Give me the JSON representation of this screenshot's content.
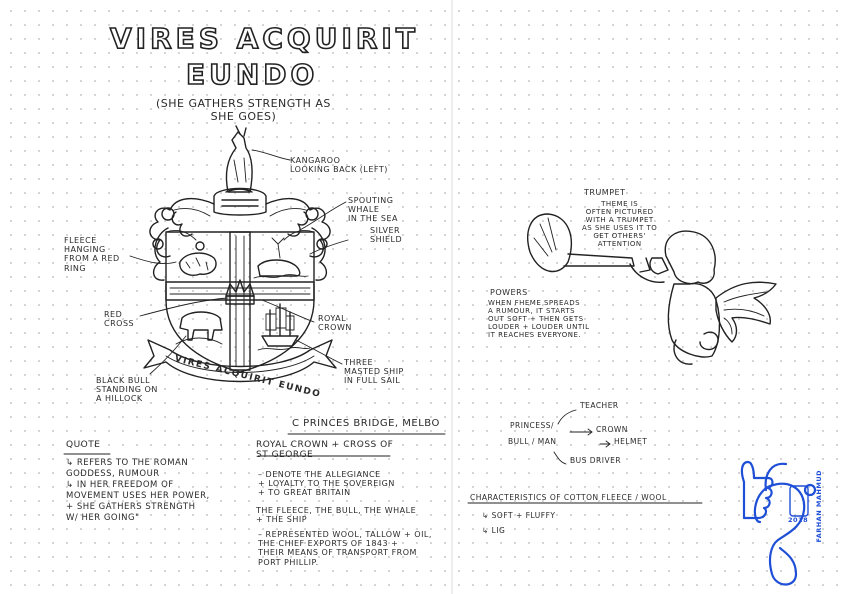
{
  "left_page": {
    "title_line1": "VIRES ACQUIRIT",
    "title_line2": "EUNDO",
    "subtitle": "(SHE GATHERS STRENGTH AS\nSHE GOES)",
    "ann_kangaroo": "KANGAROO\nLOOKING BACK (LEFT)",
    "ann_whale": "SPOUTING\nWHALE\nIN THE SEA",
    "ann_shield": "SILVER\nSHIELD",
    "ann_fleece": "FLEECE\nHANGING\nFROM A RED\nRING",
    "ann_red_cross": "RED\nCROSS",
    "ann_royal_crown": "ROYAL\nCROWN",
    "ann_ship": "THREE\nMASTED SHIP\nIN FULL SAIL",
    "ann_bull": "BLACK BULL\nSTANDING ON\nA HILLOCK",
    "motto_ribbon": "VIRES ACQUIRIT EUNDO",
    "credit": "C PRINCES BRIDGE, MELBO",
    "quote_heading": "QUOTE",
    "quote_text": "↳ REFERS TO THE ROMAN\nGODDESS, RUMOUR\n↳ IN HER FREEDOM OF\nMOVEMENT USES HER POWER,\n+ SHE GATHERS STRENGTH\nW/ HER GOING\"",
    "crown_heading": "ROYAL CROWN + CROSS OF\nST GEORGE",
    "crown_text": "– DENOTE THE ALLEGIANCE\n+ LOYALTY TO THE SOVEREIGN\n+ TO GREAT BRITAIN",
    "fleece_heading": "THE FLEECE, THE BULL, THE WHALE\n+ THE SHIP",
    "fleece_text": "– REPRESENTED WOOL, TALLOW + OIL,\nTHE CHIEF EXPORTS OF 1843 +\nTHEIR MEANS OF TRANSPORT FROM\nPORT PHILLIP."
  },
  "right_page": {
    "trumpet_heading": "TRUMPET",
    "trumpet_text": "THEME IS\nOFTEN PICTURED\nWITH A TRUMPET\nAS SHE USES IT TO\nGET OTHERS'\nATTENTION",
    "powers_heading": "POWERS",
    "powers_text": "WHEN FHEME SPREADS\nA RUMOUR, IT STARTS\nOUT SOFT + THEN GETS\nLOUDER + LOUDER UNTIL\nIT REACHES EVERYONE.",
    "map_teacher": "TEACHER",
    "map_crown": "CROWN",
    "map_princess": "PRINCESS/",
    "map_bull": "BULL / MAN",
    "map_helmet": "HELMET",
    "map_bus": "BUS DRIVER",
    "char_heading": "CHARACTERISTICS OF COTTON FLEECE / WOOL",
    "char_item1": "↳ SOFT + FLUFFY",
    "char_item2": "↳ LIG"
  },
  "stamp": {
    "name": "FARHAN MAHMUD",
    "year": "2018",
    "color": "#1f4fd6"
  }
}
